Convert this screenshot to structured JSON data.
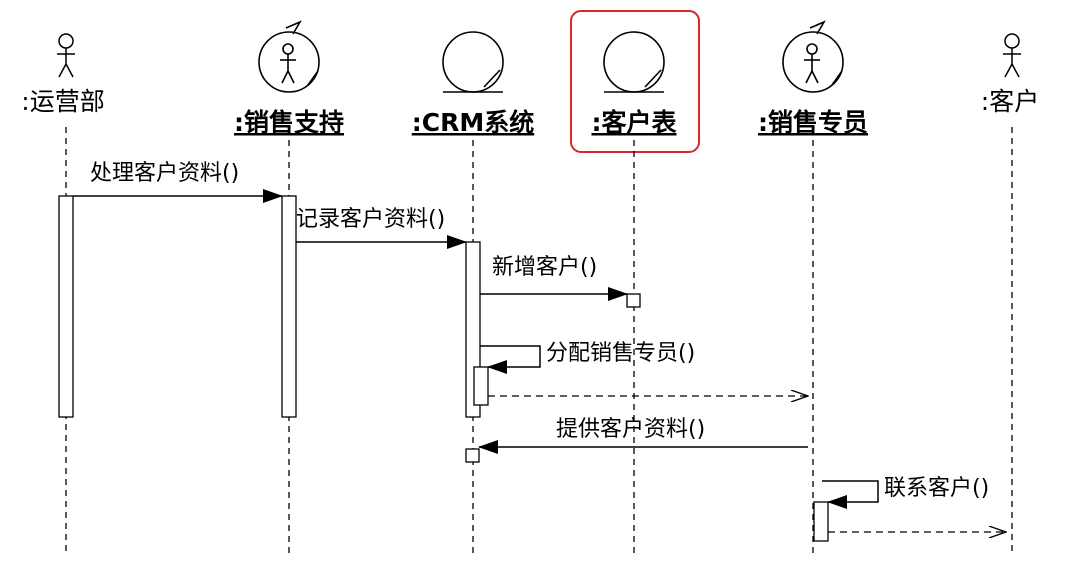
{
  "lifelines": [
    {
      "id": "ops",
      "label": ":运营部",
      "kind": "actor"
    },
    {
      "id": "support",
      "label": ":销售支持",
      "kind": "control"
    },
    {
      "id": "crm",
      "label": ":CRM系统",
      "kind": "entity"
    },
    {
      "id": "table",
      "label": ":客户表",
      "kind": "entity",
      "highlighted": true
    },
    {
      "id": "sales",
      "label": ":销售专员",
      "kind": "control"
    },
    {
      "id": "customer",
      "label": ":客户",
      "kind": "actor"
    }
  ],
  "messages": [
    {
      "label": "处理客户资料()",
      "from": "ops",
      "to": "support",
      "type": "sync"
    },
    {
      "label": "记录客户资料()",
      "from": "support",
      "to": "crm",
      "type": "sync"
    },
    {
      "label": "新增客户()",
      "from": "crm",
      "to": "table",
      "type": "sync"
    },
    {
      "label": "分配销售专员()",
      "from": "crm",
      "to": "crm",
      "type": "self"
    },
    {
      "label": "",
      "from": "crm",
      "to": "sales",
      "type": "return"
    },
    {
      "label": "提供客户资料()",
      "from": "sales",
      "to": "crm",
      "type": "sync"
    },
    {
      "label": "联系客户()",
      "from": "sales",
      "to": "sales",
      "type": "self"
    },
    {
      "label": "",
      "from": "sales",
      "to": "customer",
      "type": "return"
    }
  ],
  "colors": {
    "line": "#000000",
    "highlight": "#d9252b",
    "background": "#ffffff"
  }
}
